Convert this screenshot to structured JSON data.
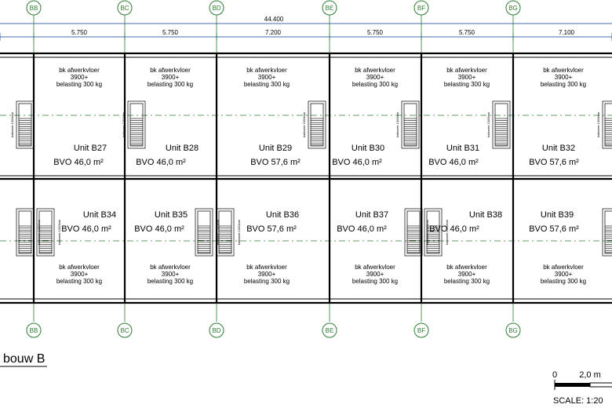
{
  "grid": {
    "labels": [
      "BB",
      "BC",
      "BD",
      "BE",
      "BF",
      "BG"
    ]
  },
  "dimensions": {
    "total": "44.400",
    "segments": [
      "5.750",
      "5.750",
      "7.200",
      "5.750",
      "5.750",
      "7.100"
    ]
  },
  "floor_note": {
    "line1": "bk afwerkvloer",
    "line2": "3900+",
    "line3": "belasting 300 kg"
  },
  "stair_label": "balkwerk 1000mm",
  "units_top": [
    {
      "name": "Unit B27",
      "area": "BVO 46,0 m²"
    },
    {
      "name": "Unit B28",
      "area": "BVO 46,0 m²"
    },
    {
      "name": "Unit B29",
      "area": "BVO 57,6 m²"
    },
    {
      "name": "Unit B30",
      "area": "BVO 46,0 m²"
    },
    {
      "name": "Unit B31",
      "area": "BVO 46,0 m²"
    },
    {
      "name": "Unit B32",
      "area": "BVO 57,6 m²"
    }
  ],
  "units_bottom": [
    {
      "name": "Unit B34",
      "area": "BVO 46,0 m²"
    },
    {
      "name": "Unit B35",
      "area": "BVO 46,0 m²"
    },
    {
      "name": "Unit B36",
      "area": "BVO 57,6 m²"
    },
    {
      "name": "Unit B37",
      "area": "BVO 46,0 m²"
    },
    {
      "name": "Unit B38",
      "area": "BVO 46,0 m²"
    },
    {
      "name": "Unit B39",
      "area": "BVO 57,6 m²"
    }
  ],
  "building_title": "bouw B",
  "scale": {
    "zero": "0",
    "length": "2,0 m",
    "label": "SCALE: 1:20"
  }
}
